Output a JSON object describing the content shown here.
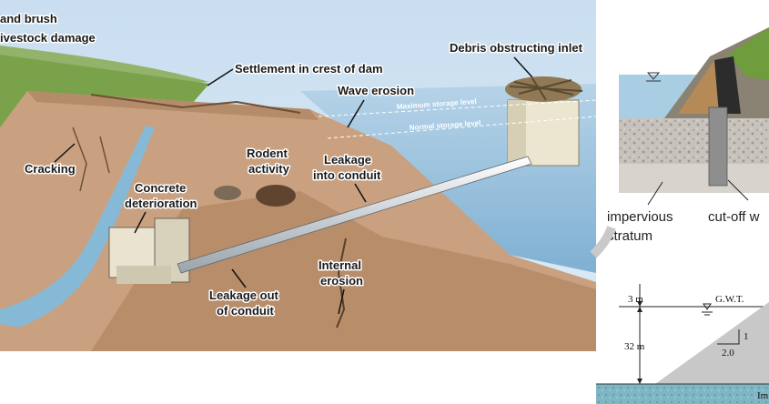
{
  "dam_illustration": {
    "labels": {
      "brush_line1": "and brush",
      "brush_line2": "ivestock damage",
      "settlement": "Settlement in crest of dam",
      "debris": "Debris obstructing inlet",
      "wave": "Wave erosion",
      "max_level": "Maximum storage level",
      "normal_level": "Normal storage level",
      "cracking": "Cracking",
      "rodent_1": "Rodent",
      "rodent_2": "activity",
      "leak_into_1": "Leakage",
      "leak_into_2": "into conduit",
      "concrete_1": "Concrete",
      "concrete_2": "deterioration",
      "internal_1": "Internal",
      "internal_2": "erosion",
      "leak_out_1": "Leakage out",
      "leak_out_2": "of conduit"
    }
  },
  "cutoff_diagram": {
    "label_impervious_1": "impervious",
    "label_impervious_2": "stratum",
    "label_cutoff": "cut-off w"
  },
  "slope_diagram": {
    "dim_top": "3 m",
    "gwt": "G.W.T.",
    "dim_height": "32 m",
    "slope_v": "1",
    "slope_h": "2.0",
    "stratum_partial": "Im"
  },
  "colors": {
    "water": "#9fc6e0",
    "earth": "#c9a180",
    "sky": "#d2e4f0",
    "grass": "#6f9d3e"
  }
}
